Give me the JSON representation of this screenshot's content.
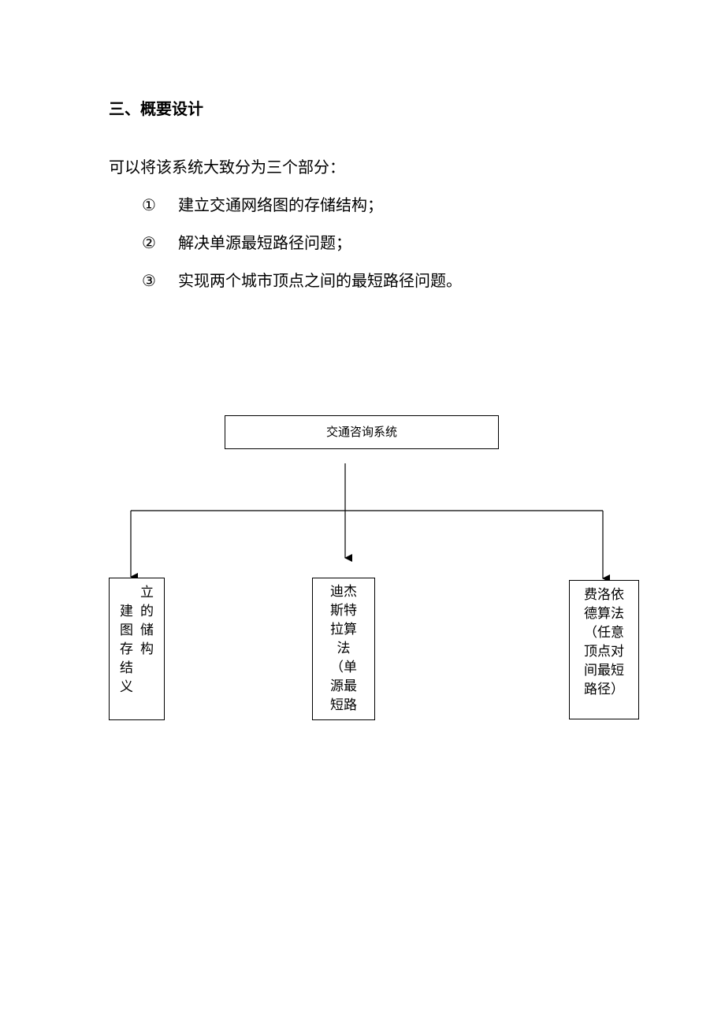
{
  "section": {
    "title": "三、概要设计",
    "intro": "可以将该系统大致分为三个部分：",
    "items": [
      {
        "marker": "①",
        "text": "建立交通网络图的存储结构；"
      },
      {
        "marker": "②",
        "text": "解决单源最短路径问题；"
      },
      {
        "marker": "③",
        "text": "实现两个城市顶点之间的最短路径问题。"
      }
    ]
  },
  "diagram": {
    "root": "交通咨询系统",
    "left_box": {
      "col1": [
        "建",
        "图",
        "存",
        "结",
        "义"
      ],
      "col2": [
        "立",
        "的",
        "储",
        "构"
      ]
    },
    "middle_box": [
      "迪杰",
      "斯特",
      "拉算",
      "法",
      "（单",
      "源最",
      "短路"
    ],
    "right_box": [
      "费洛依",
      "德算法",
      "（任意",
      "顶点对",
      "间最短",
      "路径）"
    ]
  }
}
